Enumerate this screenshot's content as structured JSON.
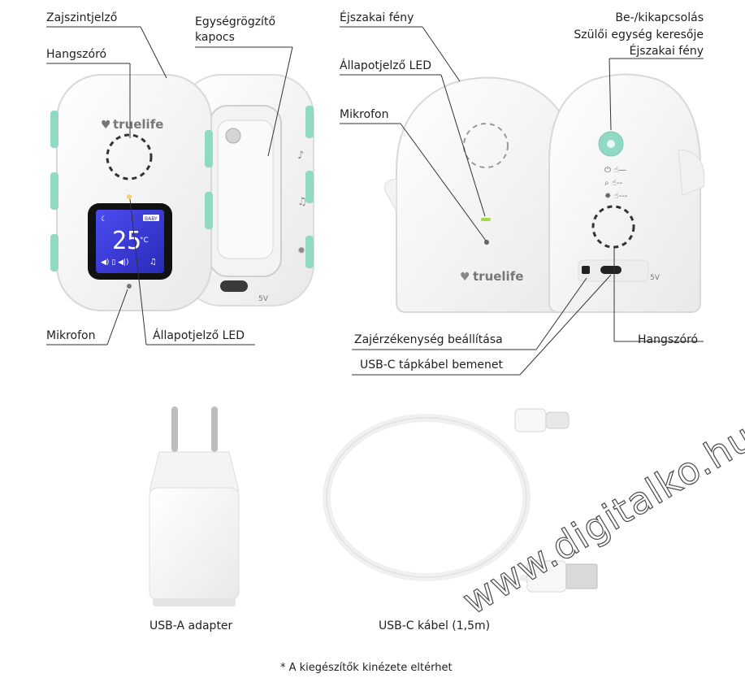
{
  "labels": {
    "noise_level": "Zajszintjelző",
    "clip_line1": "Egységrögzítő",
    "clip_line2": "kapocs",
    "speaker_left": "Hangszóró",
    "microphone_left": "Mikrofon",
    "status_led_left": "Állapotjelző LED",
    "night_light_top": "Éjszakai fény",
    "status_led_right": "Állapotjelző LED",
    "microphone_right": "Mikrofon",
    "power": "Be-/kikapcsolás",
    "parent_finder": "Szülői egység keresője",
    "night_light_right": "Éjszakai fény",
    "sensitivity": "Zajérzékenység beállítása",
    "usb_input": "USB-C tápkábel bemenet",
    "speaker_right": "Hangszóró"
  },
  "brand": {
    "logo_text": "truelife"
  },
  "lcd": {
    "temperature": "25",
    "unit": "°C",
    "badge": "BABY"
  },
  "port_marks": {
    "voltage": "5V"
  },
  "accessories": {
    "adapter_caption": "USB-A adapter",
    "cable_caption": "USB-C kábel (1,5m)",
    "footnote": "* A kiegészítők kinézete eltérhet"
  },
  "watermark": "www.digitalko.hu",
  "colors": {
    "lcd_blue": "#3b3bd6",
    "mint": "#8fd9c5",
    "led_green": "#a7d84a"
  }
}
